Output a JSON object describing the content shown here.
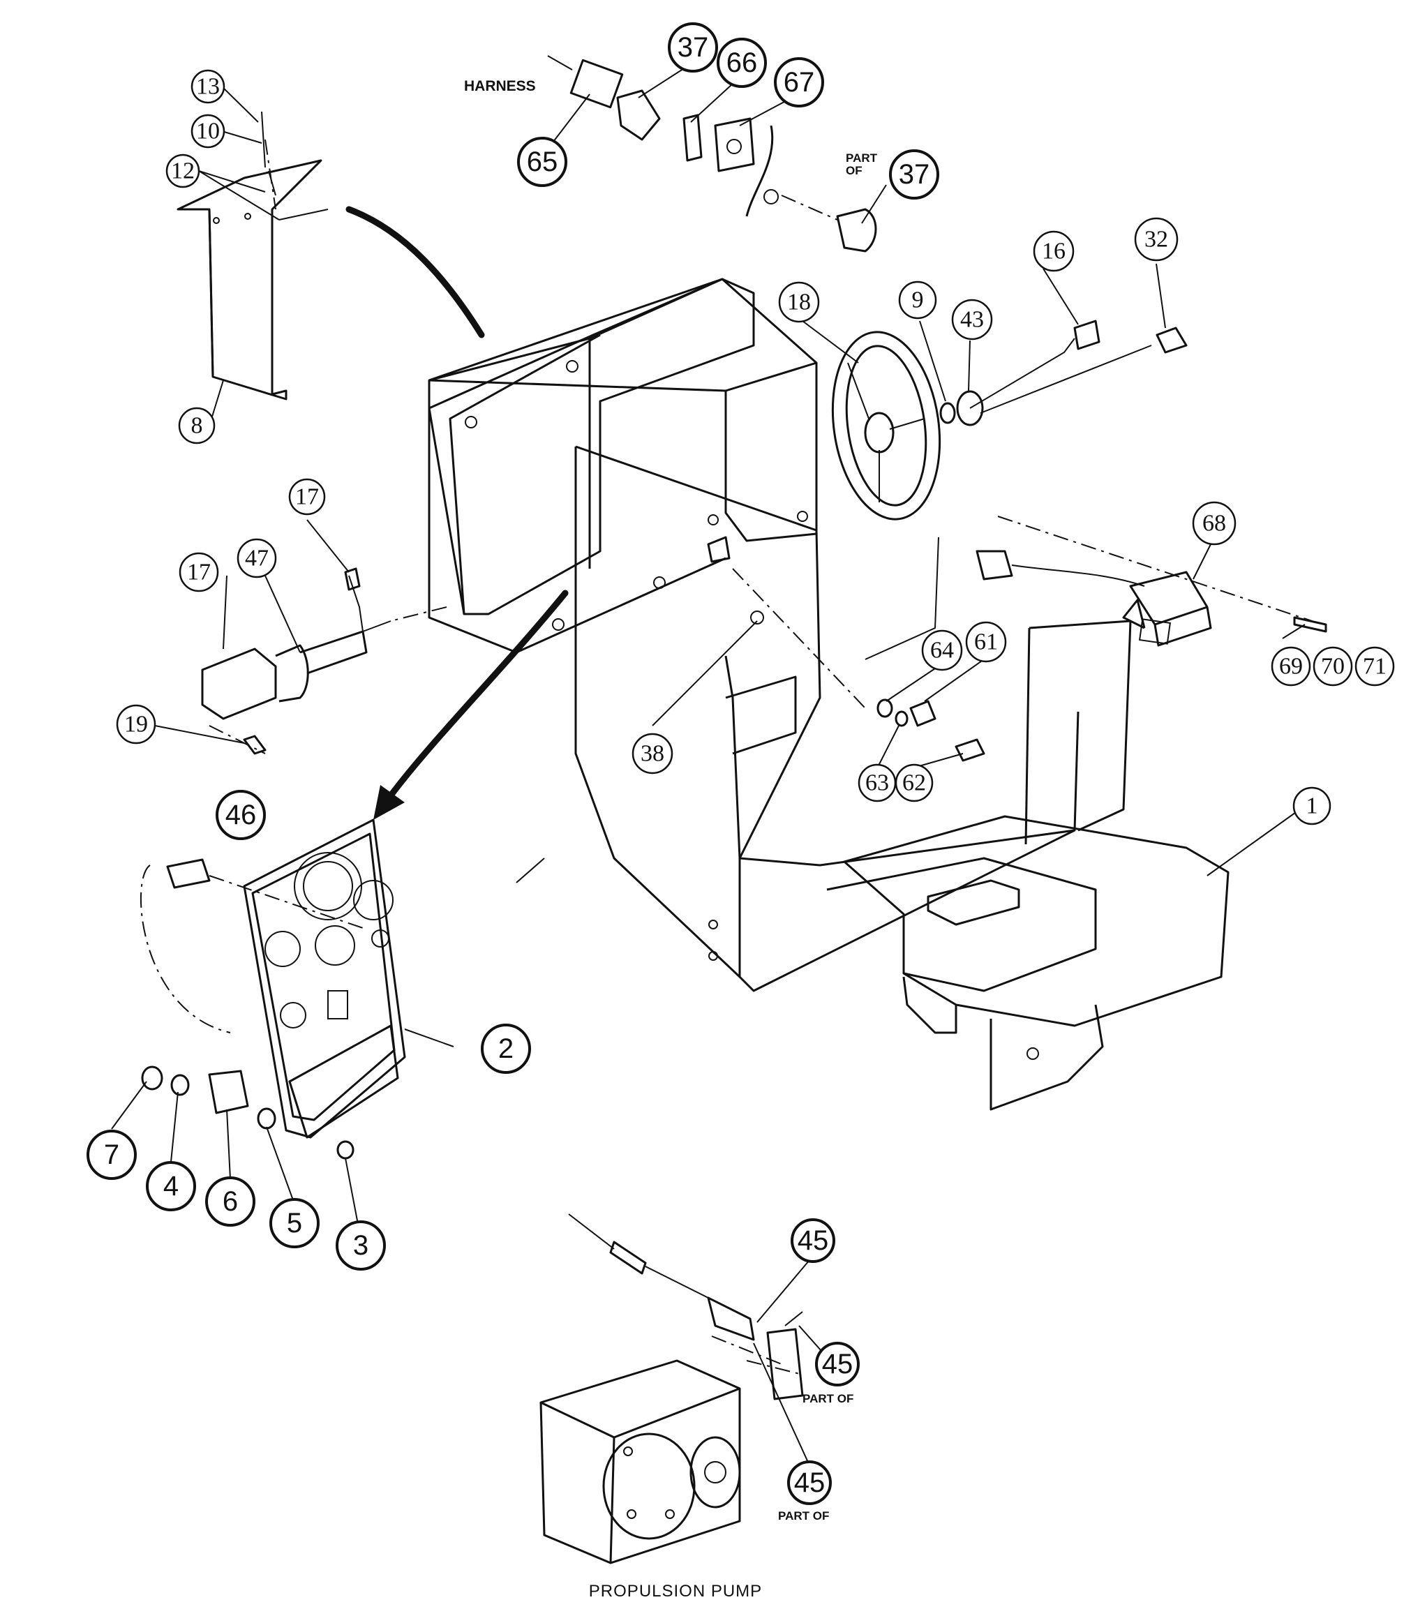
{
  "diagram": {
    "caption": "PROPULSION PUMP",
    "labels": {
      "harness": "HARNESS",
      "part_of": "PART OF",
      "part_of_stacked_1": "PART",
      "part_of_stacked_2": "OF"
    },
    "callouts": [
      {
        "id": "c13",
        "text": "13"
      },
      {
        "id": "c10",
        "text": "10"
      },
      {
        "id": "c12",
        "text": "12"
      },
      {
        "id": "c8",
        "text": "8"
      },
      {
        "id": "c17a",
        "text": "17"
      },
      {
        "id": "c17b",
        "text": "17"
      },
      {
        "id": "c47",
        "text": "47"
      },
      {
        "id": "c19",
        "text": "19"
      },
      {
        "id": "c46",
        "text": "46"
      },
      {
        "id": "c2",
        "text": "2"
      },
      {
        "id": "c7",
        "text": "7"
      },
      {
        "id": "c4",
        "text": "4"
      },
      {
        "id": "c6",
        "text": "6"
      },
      {
        "id": "c5",
        "text": "5"
      },
      {
        "id": "c3",
        "text": "3"
      },
      {
        "id": "c65",
        "text": "65"
      },
      {
        "id": "c37a",
        "text": "37"
      },
      {
        "id": "c66",
        "text": "66"
      },
      {
        "id": "c67",
        "text": "67"
      },
      {
        "id": "c37b",
        "text": "37"
      },
      {
        "id": "c18",
        "text": "18"
      },
      {
        "id": "c9",
        "text": "9"
      },
      {
        "id": "c43",
        "text": "43"
      },
      {
        "id": "c16",
        "text": "16"
      },
      {
        "id": "c32",
        "text": "32"
      },
      {
        "id": "c68",
        "text": "68"
      },
      {
        "id": "c69",
        "text": "69"
      },
      {
        "id": "c70",
        "text": "70"
      },
      {
        "id": "c71",
        "text": "71"
      },
      {
        "id": "c64",
        "text": "64"
      },
      {
        "id": "c61",
        "text": "61"
      },
      {
        "id": "c63",
        "text": "63"
      },
      {
        "id": "c62",
        "text": "62"
      },
      {
        "id": "c38",
        "text": "38"
      },
      {
        "id": "c1",
        "text": "1"
      },
      {
        "id": "c45a",
        "text": "45"
      },
      {
        "id": "c45b",
        "text": "45"
      },
      {
        "id": "c45c",
        "text": "45"
      }
    ]
  }
}
